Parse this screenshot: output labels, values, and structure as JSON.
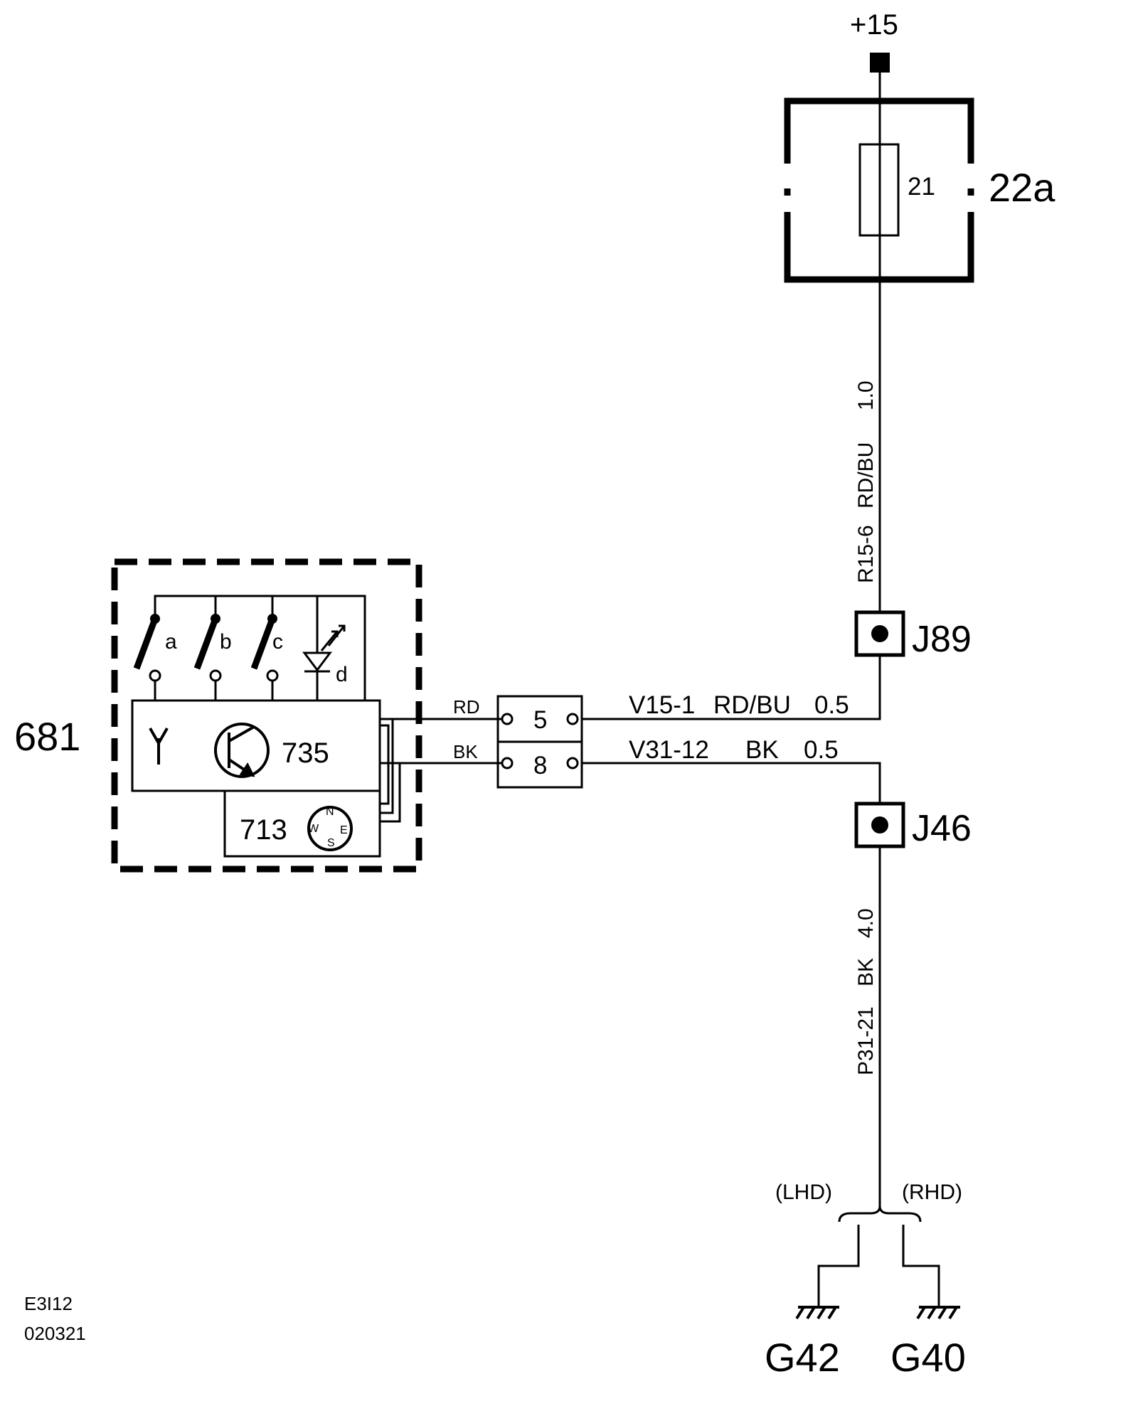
{
  "supply": "+15",
  "fuse_box": "22a",
  "fuse": "21",
  "wire_top": {
    "id": "R15-6",
    "color": "RD/BU",
    "size": "1.0"
  },
  "splice_top": "J89",
  "splice_bottom": "J46",
  "wire_upper": {
    "id": "V15-1",
    "color": "RD/BU",
    "size": "0.5"
  },
  "wire_lower": {
    "id": "V31-12",
    "color": "BK",
    "size": "0.5"
  },
  "module": "681",
  "module_wire_upper": "RD",
  "module_wire_lower": "BK",
  "connector_pins": [
    "5",
    "8"
  ],
  "switch_labels": [
    "a",
    "b",
    "c",
    "d"
  ],
  "transistor": "735",
  "compass": {
    "id": "713",
    "n": "N",
    "e": "E",
    "s": "S",
    "w": "W"
  },
  "wire_ground": {
    "id": "P31-21",
    "color": "BK",
    "size": "4.0"
  },
  "drive_lhd": "(LHD)",
  "drive_rhd": "(RHD)",
  "grounds": [
    "G42",
    "G40"
  ],
  "diagram_code": "E3I12",
  "diagram_date": "020321"
}
